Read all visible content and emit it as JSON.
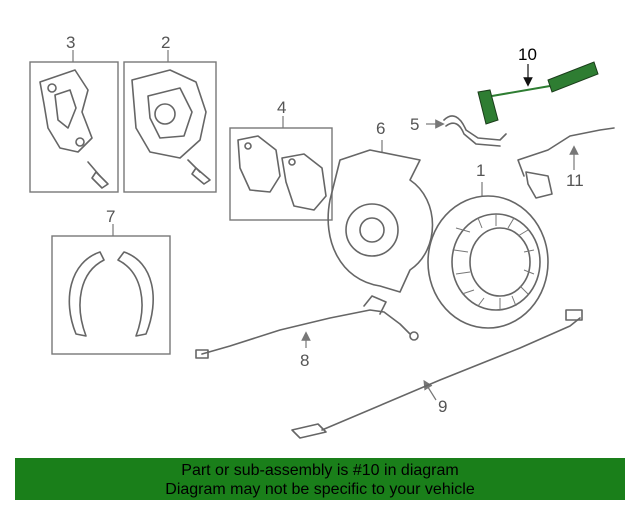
{
  "callouts": {
    "c1": "1",
    "c2": "2",
    "c3": "3",
    "c4": "4",
    "c5": "5",
    "c6": "6",
    "c7": "7",
    "c8": "8",
    "c9": "9",
    "c10": "10",
    "c11": "11"
  },
  "highlight_color": "#2e7d32",
  "footer": {
    "line1": "Part or sub-assembly is #10 in diagram",
    "line2": "Diagram may not be specific to your vehicle",
    "background": "#1a7f1a"
  }
}
